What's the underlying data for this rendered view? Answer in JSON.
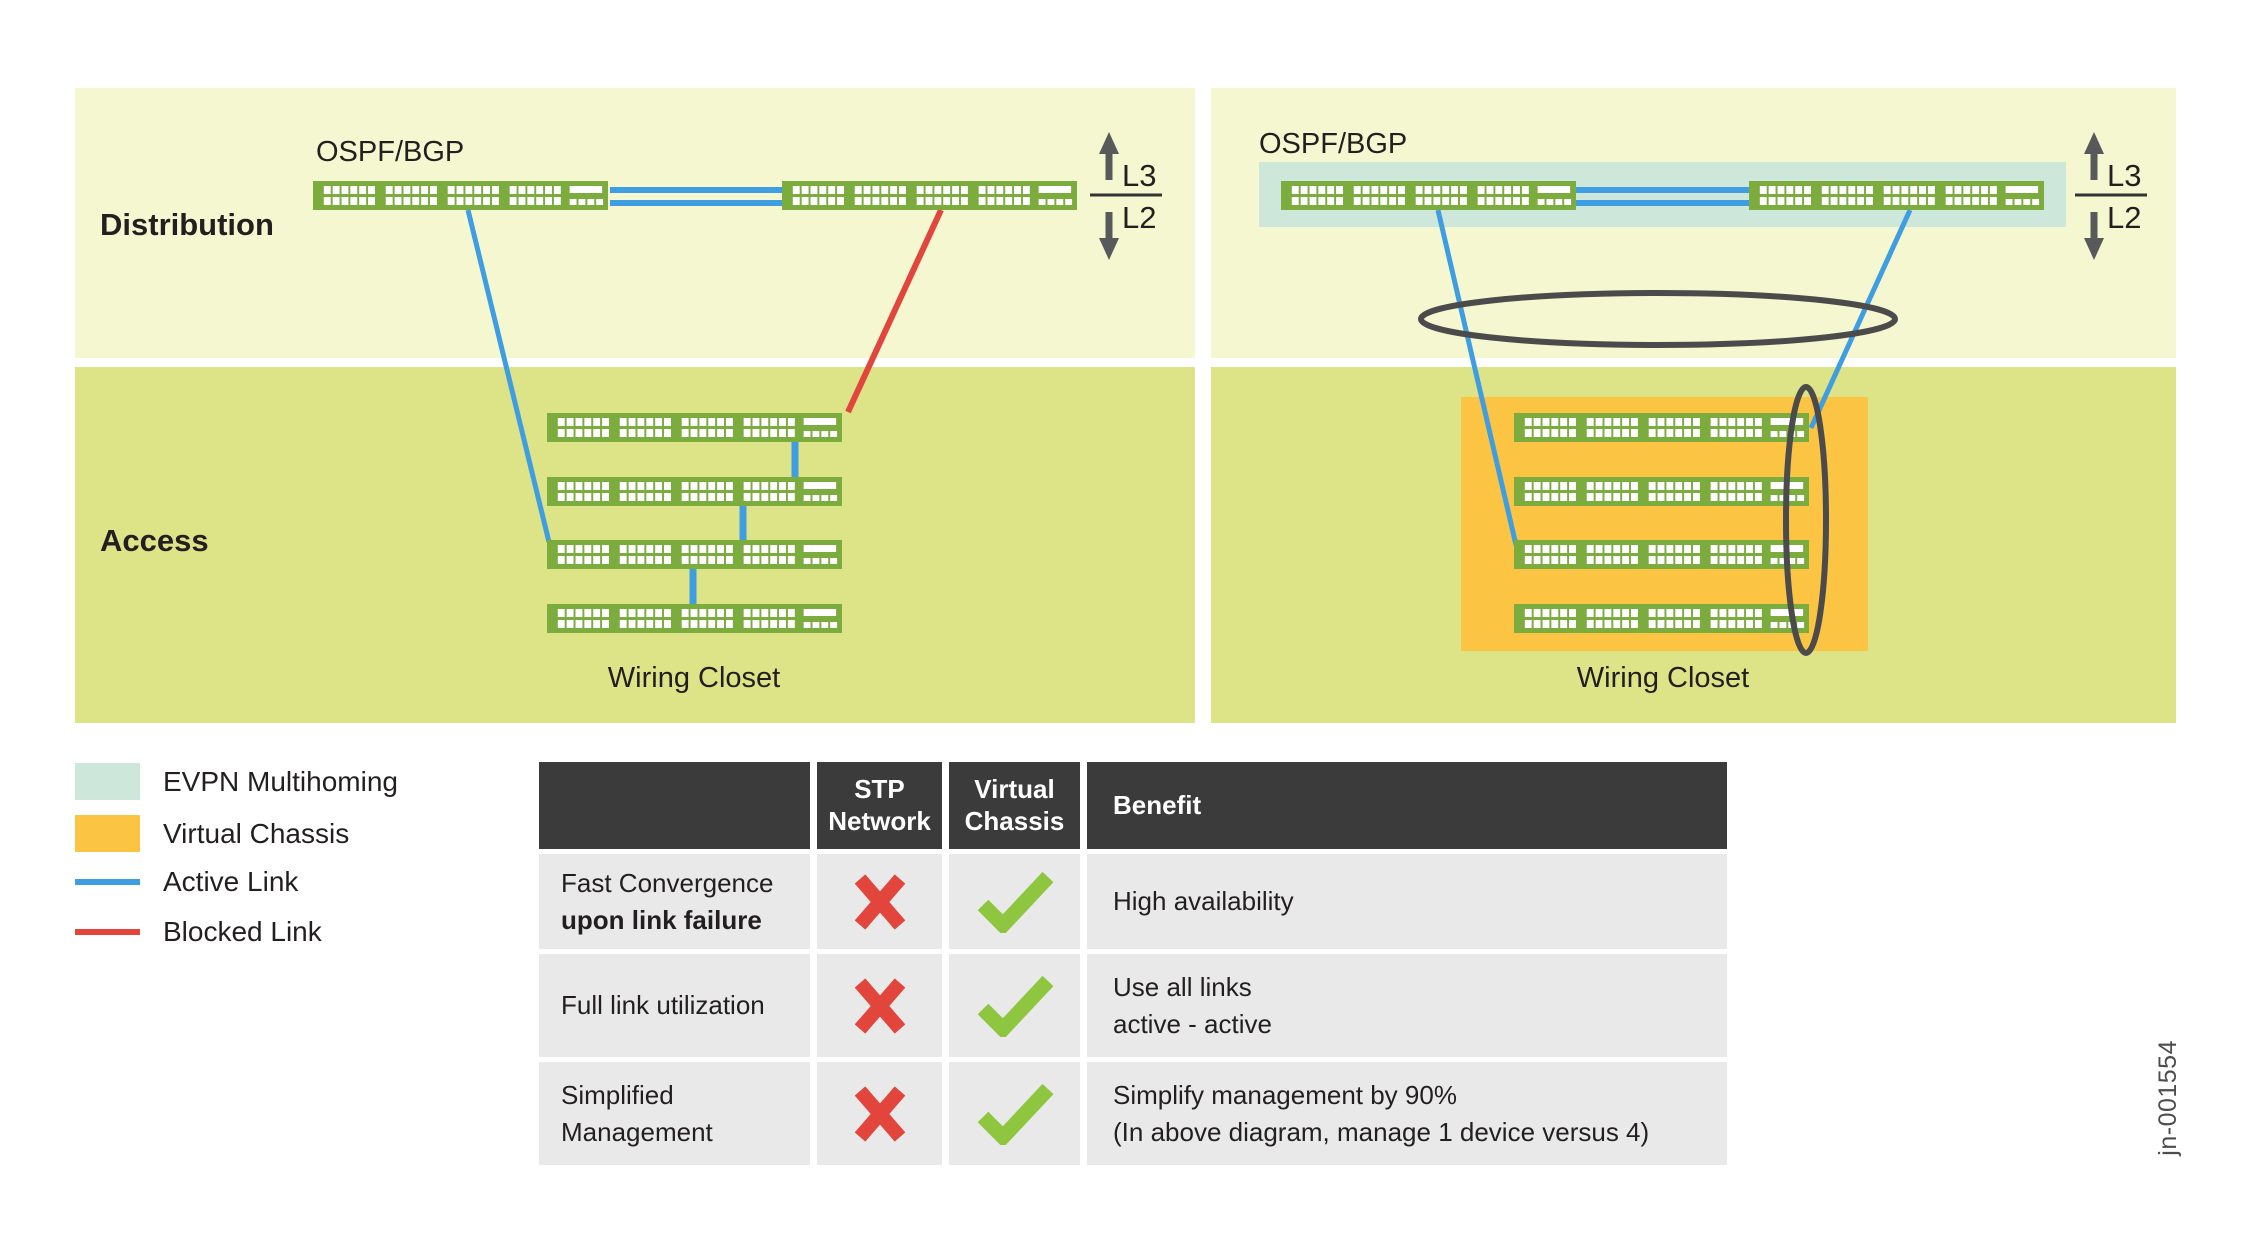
{
  "figure": {
    "left_panel": {
      "distribution_label": "Distribution",
      "access_label": "Access",
      "protocol_label": "OSPF/BGP",
      "wiring_closet_label": "Wiring Closet",
      "layer_indicator": {
        "top": "L3",
        "bottom": "L2"
      }
    },
    "right_panel": {
      "protocol_label": "OSPF/BGP",
      "wiring_closet_label": "Wiring Closet",
      "layer_indicator": {
        "top": "L3",
        "bottom": "L2"
      }
    },
    "colors": {
      "distribution_band": "#f5f7d0",
      "access_band": "#dde387",
      "switch_green": "#7cac3e",
      "active_link_blue": "#3f9ee1",
      "blocked_link_red": "#e2453c",
      "evpn_multihoming_teal": "#cde7da",
      "virtual_chassis_orange": "#fbc443",
      "grouping_ellipse_gray": "#4b4b4b"
    }
  },
  "legend": {
    "items": [
      {
        "swatch": "evpn-multihoming",
        "label": "EVPN Multihoming"
      },
      {
        "swatch": "virtual-chassis",
        "label": "Virtual Chassis"
      },
      {
        "swatch": "active-link",
        "label": "Active Link"
      },
      {
        "swatch": "blocked-link",
        "label": "Blocked Link"
      }
    ]
  },
  "table": {
    "headers": {
      "feature": "",
      "stp": "STP Network",
      "vc": "Virtual Chassis",
      "benefit": "Benefit"
    },
    "negative_icon": "cross-icon",
    "positive_icon": "check-icon",
    "rows": [
      {
        "feature_line1": "Fast Convergence",
        "feature_line2": "upon link failure",
        "stp": "no",
        "vc": "yes",
        "benefit_line1": "High availability",
        "benefit_line2": ""
      },
      {
        "feature_line1": "Full link utilization",
        "feature_line2": "",
        "stp": "no",
        "vc": "yes",
        "benefit_line1": "Use all links",
        "benefit_line2": "active - active"
      },
      {
        "feature_line1": "Simplified",
        "feature_line2": "Management",
        "stp": "no",
        "vc": "yes",
        "benefit_line1": "Simplify management by 90%",
        "benefit_line2": "(In above diagram, manage 1 device versus 4)"
      }
    ]
  },
  "watermark": "jn-001554"
}
